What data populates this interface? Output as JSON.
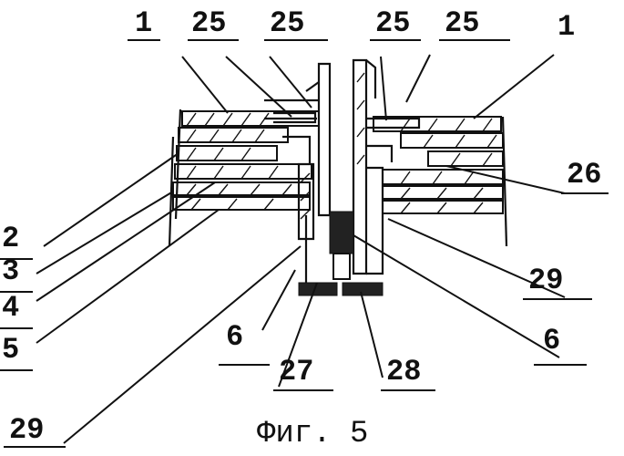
{
  "caption": "Фиг. 5",
  "labels": {
    "l1_left": "1",
    "l25_a": "25",
    "l25_b": "25",
    "l25_c": "25",
    "l25_d": "25",
    "l1_right": "1",
    "l26": "26",
    "l2": "2",
    "l3": "3",
    "l4": "4",
    "l5": "5",
    "l29_right": "29",
    "l6_left": "6",
    "l6_right": "6",
    "l27": "27",
    "l28": "28",
    "l29_left": "29"
  }
}
